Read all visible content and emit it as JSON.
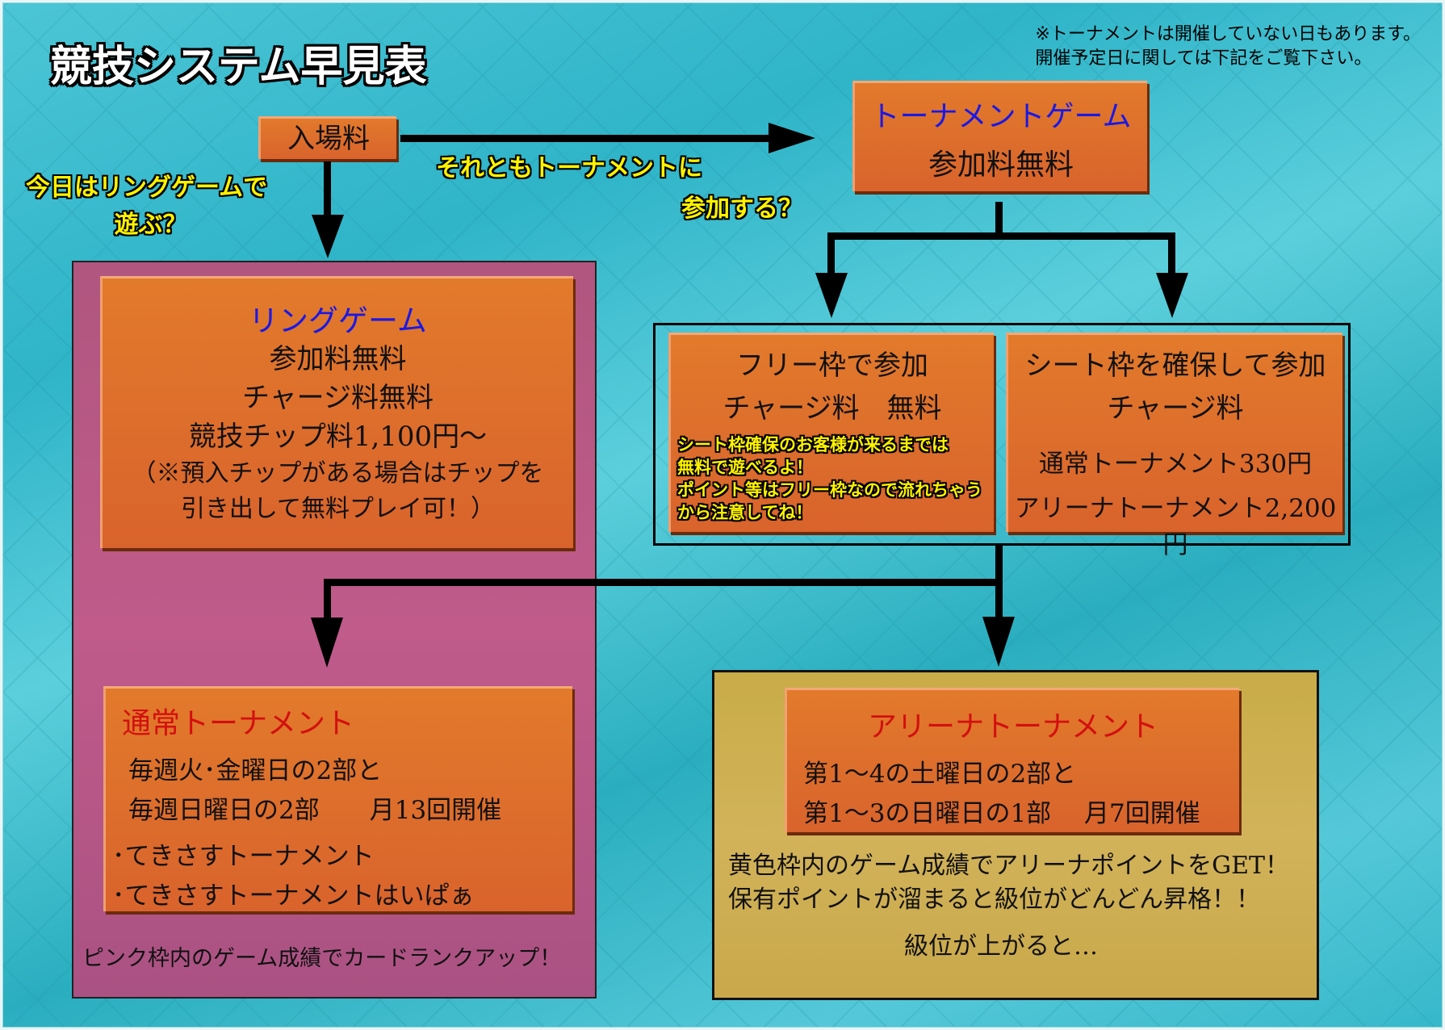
{
  "title": "競技システム早見表",
  "note": {
    "line1": "※トーナメントは開催していない日もあります。",
    "line2": "開催予定日に関しては下記をご覧下さい。"
  },
  "entry": {
    "label": "入場料"
  },
  "questions": {
    "ring_line1": "今日はリングゲームで",
    "ring_line2": "遊ぶ？",
    "tournament_line1": "それともトーナメントに",
    "tournament_line2": "参加する？"
  },
  "tournament_game": {
    "title": "トーナメントゲーム",
    "fee": "参加料無料"
  },
  "ring_game": {
    "title": "リングゲーム",
    "lines": [
      "参加料無料",
      "チャージ料無料",
      "競技チップ料1,100円～",
      "（※預入チップがある場合はチップを",
      "引き出して無料プレイ可！）"
    ]
  },
  "free_slot": {
    "line1": "フリー枠で参加",
    "line2": "チャージ料　無料",
    "notes": [
      "シート枠確保のお客様が来るまでは",
      "無料で遊べるよ！",
      "ポイント等はフリー枠なので流れちゃう",
      "から注意してね！"
    ]
  },
  "seat_slot": {
    "line1": "シート枠を確保して参加",
    "line2": "チャージ料",
    "prices": [
      "通常トーナメント330円",
      "アリーナトーナメント2,200円"
    ]
  },
  "normal_tournament": {
    "title": "通常トーナメント",
    "schedule_line1": "毎週火･金曜日の2部と",
    "schedule_line2": "毎週日曜日の2部　　月13回開催",
    "items": [
      "･てきさすトーナメント",
      "･てきさすトーナメントはいぱぁ"
    ]
  },
  "pink_note": "ピンク枠内のゲーム成績でカードランクアップ！",
  "arena_tournament": {
    "title": "アリーナトーナメント",
    "schedule_line1": "第1～4の土曜日の2部と",
    "schedule_line2": "第1～3の日曜日の1部　 月7回開催"
  },
  "yellow_note": {
    "line1": "黄色枠内のゲーム成績でアリーナポイントをGET！",
    "line2": "保有ポイントが溜まると級位がどんどん昇格！！",
    "line3": "級位が上がると…"
  },
  "colors": {
    "box_orange": "#dc6a2c",
    "pink_panel": "#b8588a",
    "yellow_panel": "#cfb052",
    "title_red": "#d31010",
    "title_blue": "#1919e6",
    "callout_yellow": "#fff200"
  }
}
